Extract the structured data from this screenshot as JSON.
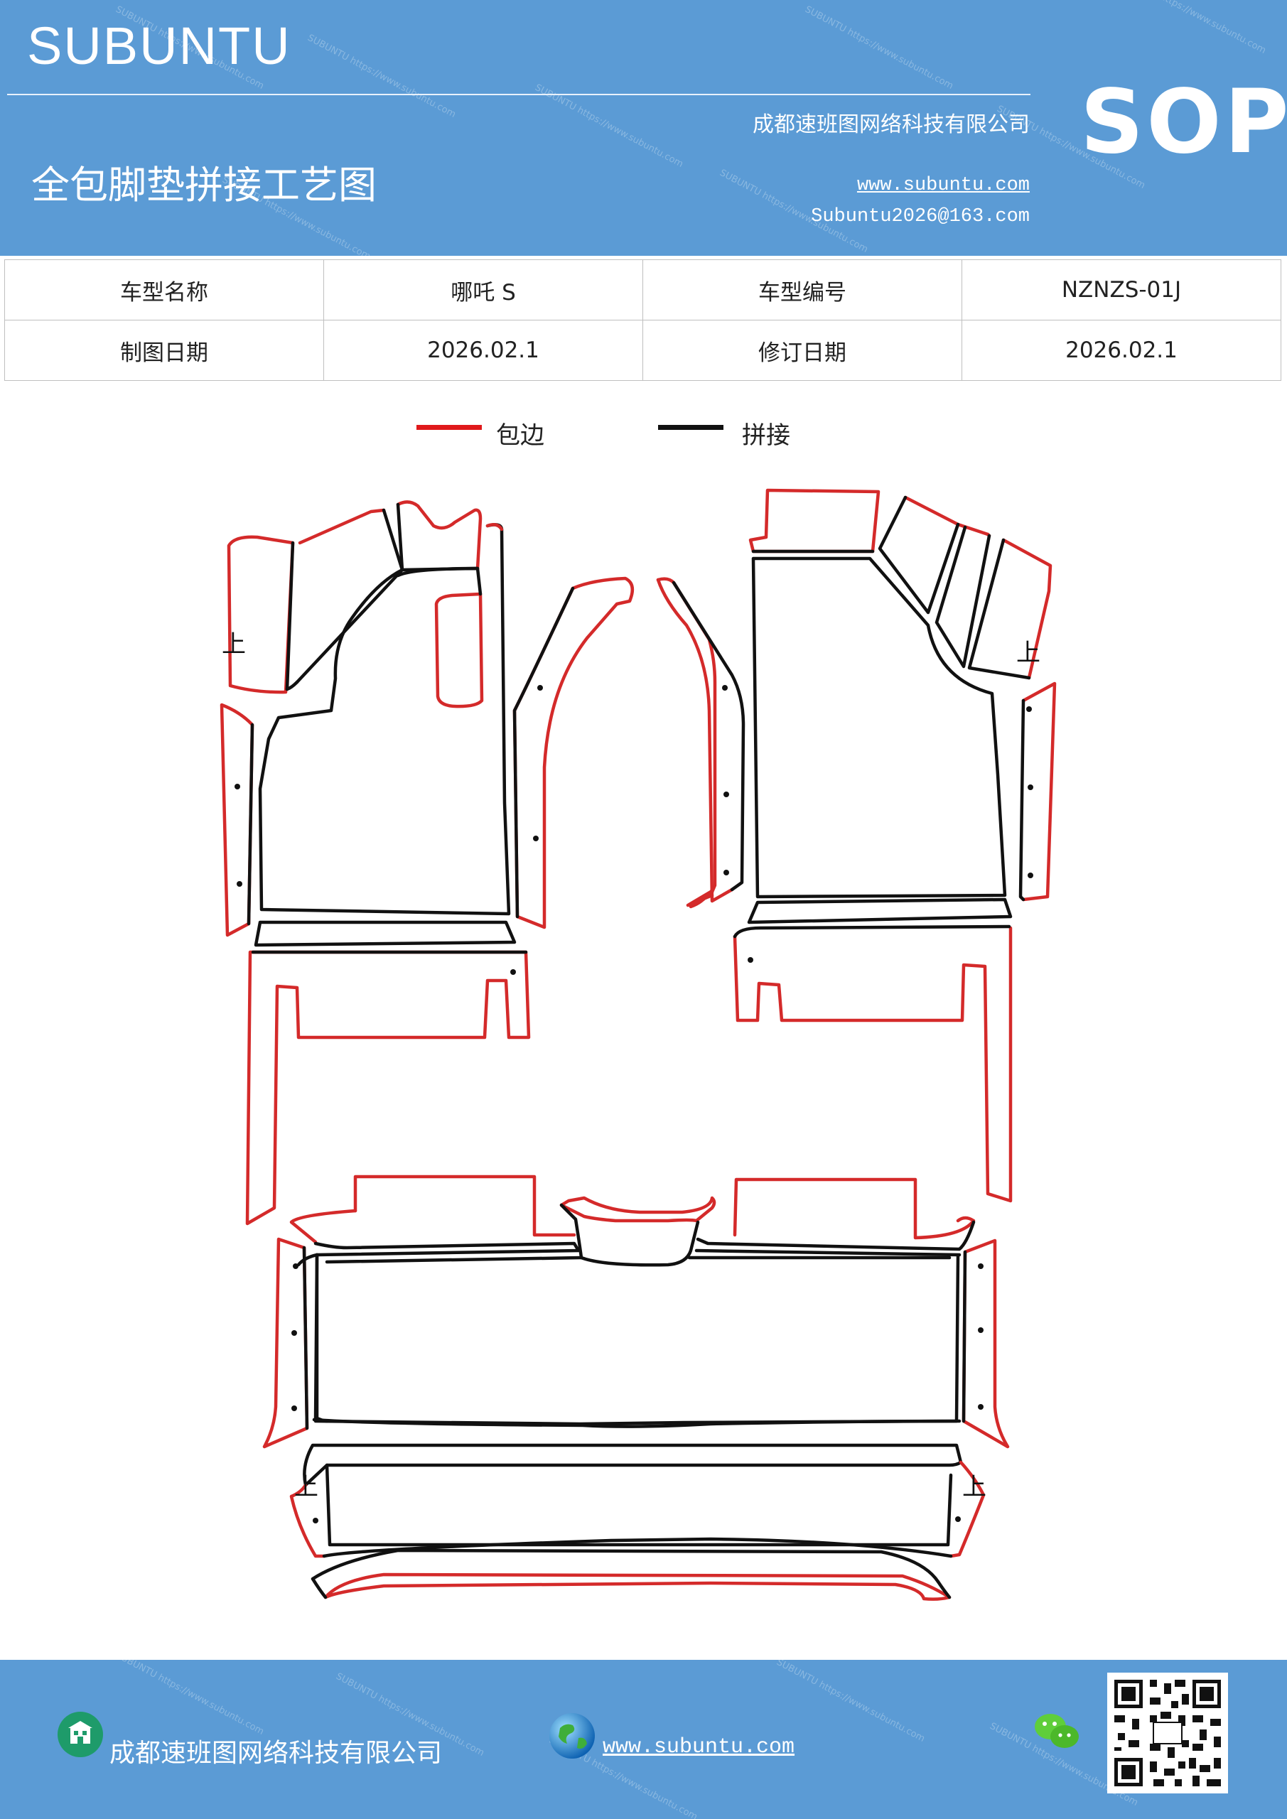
{
  "header": {
    "brand": "SUBUNTU",
    "company": "成都速班图网络科技有限公司",
    "title": "全包脚垫拼接工艺图",
    "website": "www.subuntu.com",
    "email": "Subuntu2026@163.com",
    "badge": "SOP",
    "bg_color": "#5b9bd5"
  },
  "info_table": {
    "rows": [
      [
        "车型名称",
        "哪吒 S",
        "车型编号",
        "NZNZS-01J"
      ],
      [
        "制图日期",
        "2026.02.1",
        "修订日期",
        "2026.02.1"
      ]
    ]
  },
  "legend": {
    "items": [
      {
        "label": "包边",
        "color": "#e0191b"
      },
      {
        "label": "拼接",
        "color": "#111111"
      }
    ]
  },
  "diagram": {
    "up_mark": "上",
    "edge_color": "#d42a2a",
    "seam_color": "#111111"
  },
  "footer": {
    "company": "成都速班图网络科技有限公司",
    "website": "www.subuntu.com",
    "icons": [
      "building-icon",
      "globe-icon",
      "wechat-icon",
      "qr-code"
    ]
  }
}
